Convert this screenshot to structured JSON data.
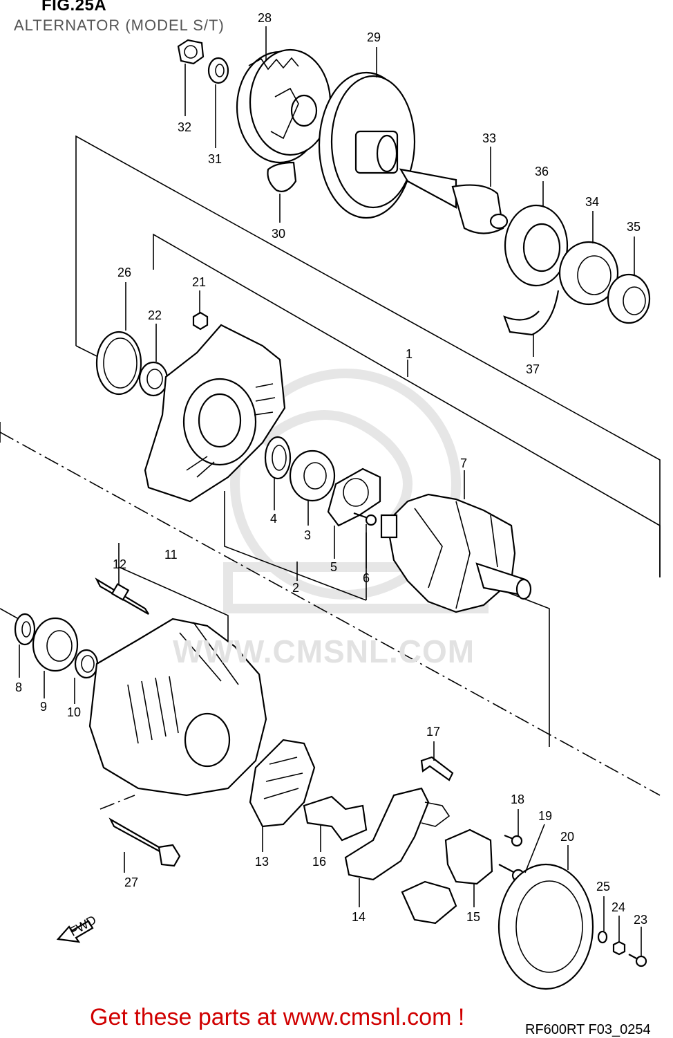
{
  "title": "FIG.25A",
  "subtitle": "ALTERNATOR (MODEL S/T)",
  "watermark": "WWW.CMSNL.COM",
  "footer": "Get these parts at www.cmsnl.com !",
  "diagram_code": "RF600RT F03_0254",
  "fwd_label": "FWD",
  "callouts": {
    "c1": "1",
    "c2": "2",
    "c3": "3",
    "c4": "4",
    "c5": "5",
    "c6": "6",
    "c7": "7",
    "c8": "8",
    "c9": "9",
    "c10": "10",
    "c11": "11",
    "c12": "12",
    "c13": "13",
    "c14": "14",
    "c15": "15",
    "c16": "16",
    "c17": "17",
    "c18": "18",
    "c19": "19",
    "c20": "20",
    "c21": "21",
    "c22": "22",
    "c23": "23",
    "c24": "24",
    "c25": "25",
    "c26": "26",
    "c27": "27",
    "c28": "28",
    "c29": "29",
    "c30": "30",
    "c31": "31",
    "c32": "32",
    "c33": "33",
    "c34": "34",
    "c35": "35",
    "c36": "36",
    "c37": "37"
  }
}
